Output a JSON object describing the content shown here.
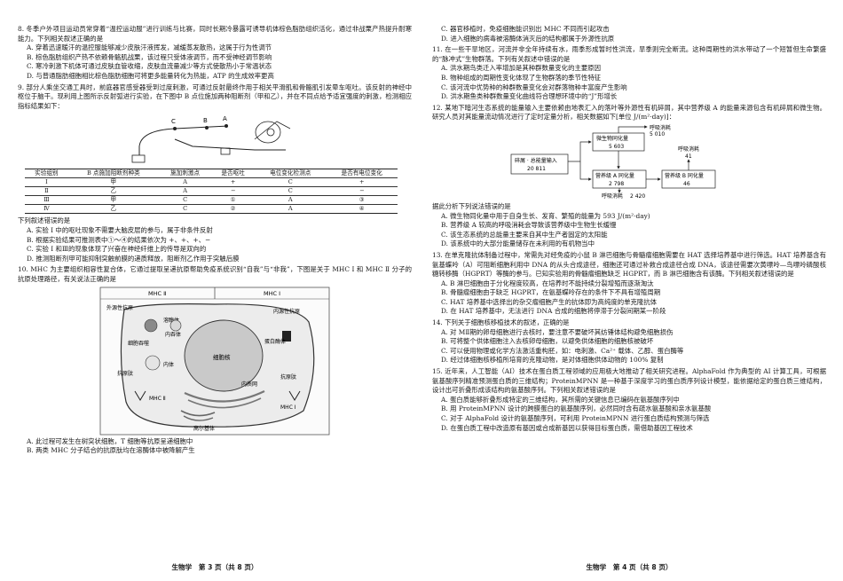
{
  "pages": [
    {
      "footer": "生物学　第 3 页（共 8 页）",
      "questions": [
        {
          "stem": "8. 冬季户外项目运动员常穿着“温控运动服”进行训练与比赛，同时长期冷暴露可诱导机体棕色脂肪组织活化，通过非战栗产热提升耐寒能力。下列相关叙述正确的是",
          "options": [
            "A. 穿着迅速暖汗的温控服能够减少皮肤汗液挥发，减缓蒸发散热，这属于行为性调节",
            "B. 棕色脂肪组织产热不依赖骨骼肌战栗，该过程只受体液调节，而不受神经调节影响",
            "C. 寒冷刺激下机体可通过皮肤血管收缩，皮肤血流量减少等方式使散热小于常温状态",
            "D. 与普通脂肪细胞相比棕色脂肪细胞可将更多能量转化为热能，ATP 的生成效率更高"
          ]
        },
        {
          "stem": "9. 部分人乘坐交通工具时，前庭器官感受器受到过度刺激，可通过反射最终作用于相关平滑肌和骨骼肌引发晕车呕吐。该反射的神经中枢位于脑干。现利用上图所示反射弧进行实验，在下图中 B 点位施加两种阻断剂（甲和乙），并在不同点给予适宜强度的刺激，检测相应指标结果如下："
        },
        {
          "stem": "下列叙述错误的是",
          "options": [
            "A. 实验 I 中的呕吐现象不需要大脑皮层的参与，属于非条件反射",
            "B. 根据实验结果可推测表中①～④的结果依次为 +、+、+、−",
            "C. 实验 I 和Ⅲ的现象体现了兴奋在神经纤维上的传导是双向的",
            "D. 推测阻断剂甲可能抑制突触前膜的递质释放，阻断剂乙作用于突触后膜"
          ]
        },
        {
          "stem": "10. MHC 为主要组织相容性复合体，它通过提取呈递抗原帮助免疫系统识别“自我”与“非我”，下图是关于 MHC Ⅰ 和 MHC Ⅱ 分子的抗原处理路径，有关说法正确的是",
          "options": [
            "A. 此过程可发生在树突状细胞，T 细胞等抗原呈递细胞中",
            "B. 两类 MHC 分子结合的抗原肽均在溶酶体中被降解产生"
          ]
        }
      ]
    },
    {
      "footer": "生物学　第 4 页（共 8 页）",
      "questions": [
        {
          "stem": "",
          "options": [
            "C. 器官移植时，免疫细胞能识别出 MHC 不同而引起攻击",
            "D. 进入细胞的病毒被溶酶体消灭后的结构都属于外源性抗原"
          ]
        },
        {
          "stem": "11. 在一些干旱地区，河流并非全年持续有水，雨季形成暂时性洪流，旱季则完全断流。这种周期性的洪水带动了一个短暂但生命繁盛的“脉冲式”生物群落。下列有关叙述中错误的是",
          "options": [
            "A. 洪水期鸟类迁入率增加是其种群数量变化的主要原因",
            "B. 物种组成的周期性变化体现了生物群落的季节性特征",
            "C. 该河流中优势种的种群数量变化会对群落物种丰富度产生影响",
            "D. 洪水期鱼类种群数量变化曲线符合理想环境中的“J”形增长"
          ]
        },
        {
          "stem": "12. 某地下暗河生态系统的能量输入主要依赖由地表汇入的落叶等外源性有机碎屑，其中营养级 A 的能量来源包含有机碎屑和微生物。研究人员对其能量流动情况进行了定时定量分析，相关数据如下[单位 J/(m²·day)]："
        },
        {
          "stem": "据此分析下列说法错误的是",
          "options": [
            "A. 微生物同化量中用于自身生长、发育、繁殖的能量为 593 J/(m²·day)",
            "B. 营养级 A 较高的呼吸消耗会导致该营养级中生物生长缓慢",
            "C. 该生态系统的总能量主要来自其中生产者固定的太阳能",
            "D. 该系统中的大部分能量储存在未利用的有机物当中"
          ]
        },
        {
          "stem": "13. 在单克隆抗体制备过程中，常需先对经免疫的小鼠 B 淋巴细胞与骨髓瘤细胞需要在 HAT 选择培养基中进行筛选。HAT 培养基含有氨基蝶呤（A）可阻断细胞利用中 DNA 的从头合成途径，细胞还可通过补救合成途径合成 DNA，该途径需要次黄嘌呤—鸟嘌呤磷酸核糖转移酶（HGPRT）等酶的参与。已知实验用的骨髓瘤细胞缺乏 HGPRT，而 B 淋巴细胞含有该酶。下列相关叙述错误的是",
          "options": [
            "A. B 淋巴细胞由于分化程度较高，在培养时不能持续分裂增殖而逐渐淘汰",
            "B. 骨髓瘤细胞由于缺乏 HGPRT，在氨基蝶呤存在的条件下不具有增殖周期",
            "C. HAT 培养基中选择出的杂交瘤细胞产生的抗体即为高纯度的单克隆抗体",
            "D. 在 HAT 培养基中，无法进行 DNA 合成的细胞将停滞于分裂间期某一阶段"
          ]
        },
        {
          "stem": "14. 下列关于细胞核移植技术的叙述，正确的是",
          "options": [
            "A. 对 MⅡ期的卵母细胞进行去核时，要注意不要破坏其纺锤体结构避免细胞损伤",
            "B. 可将整个供体细胞注入去核卵母细胞，以避免供体细胞的细胞核被破坏",
            "C. 可以使用物理或化学方法激活重构胚，如：电刺激、Ca²⁺ 载体、乙醇、蛋白酶等",
            "D. 经过体细胞核移植所培育的克隆动物，是对体细胞供体动物的 100% 复制"
          ]
        },
        {
          "stem": "15. 近年来，人工智能（AI）技术在蛋白质工程领域的应用极大地推动了相关研究进程。AlphaFold 作为典型的 AI 计算工具，可根据氨基酸序列精准预测蛋白质的三维结构；ProteinMPNN 是一种基于深度学习的蛋白质序列设计模型，能依据给定的蛋白质三维结构，设计出可折叠形成该结构的氨基酸序列。下列相关叙述错误的是",
          "options": [
            "A. 蛋白质能够折叠形成特定的三维结构，其所需的关键信息已编码在氨基酸序列中",
            "B. 用 ProteinMPNN 设计的跨膜蛋白的氨基酸序列，必然同时含有疏水氨基酸和亲水氨基酸",
            "C. 对于 AlphaFold 设计的氨基酸序列，可利用 ProteinMPNN 进行蛋白质结构预测与筛选",
            "D. 在蛋白质工程中改造原有基因或合成新基因以获得目标蛋白质，需借助基因工程技术"
          ]
        }
      ]
    }
  ],
  "table_q9": {
    "headers": [
      "实验组别",
      "B 点施加阻断剂种类",
      "施加刺激点",
      "是否呕吐",
      "电位变化检测点",
      "是否有电位变化"
    ],
    "rows": [
      [
        "Ⅰ",
        "甲",
        "A",
        "+",
        "C",
        "+"
      ],
      [
        "Ⅱ",
        "乙",
        "A",
        "−",
        "C",
        "−"
      ],
      [
        "Ⅲ",
        "甲",
        "C",
        "①",
        "A",
        "③"
      ],
      [
        "Ⅳ",
        "乙",
        "C",
        "②",
        "A",
        "④"
      ]
    ]
  },
  "fig_q9": {
    "labels": [
      "C",
      "B",
      "A"
    ]
  },
  "fig_q10": {
    "mhc2_region": "MHC Ⅱ",
    "mhc1_region": "MHC Ⅰ",
    "labels": {
      "exogenous": "外源性抗原",
      "lysosome": "溶酶体",
      "endocytic": "内吞体",
      "phagosome": "细胞吞噬",
      "endosome": "内体",
      "antigen_peptide": "抗原肽",
      "nucleus": "细胞核",
      "endogenous": "内源性抗原",
      "proteasome": "蛋白酶体",
      "mhc1": "MHC Ⅰ",
      "mhc2": "MHC Ⅱ",
      "er": "内质网",
      "golgi": "高尔基体",
      "peptide2": "抗原肽"
    }
  },
  "fig_q12": {
    "detritus": "碎屑 · 总能量输入",
    "detritus_val": "20 811",
    "microbe": "微生物同化量",
    "microbe_val": "5 603",
    "microbe_resp": "呼吸消耗",
    "microbe_resp_val": "5 010",
    "levelA": "营养级 A 同化量",
    "levelA_val": "2 798",
    "levelA_resp": "呼吸消耗",
    "levelA_resp_val": "2 420",
    "levelB": "营养级 B 同化量",
    "levelB_val": "46",
    "levelB_resp": "呼吸消耗",
    "levelB_resp_val": "41"
  }
}
